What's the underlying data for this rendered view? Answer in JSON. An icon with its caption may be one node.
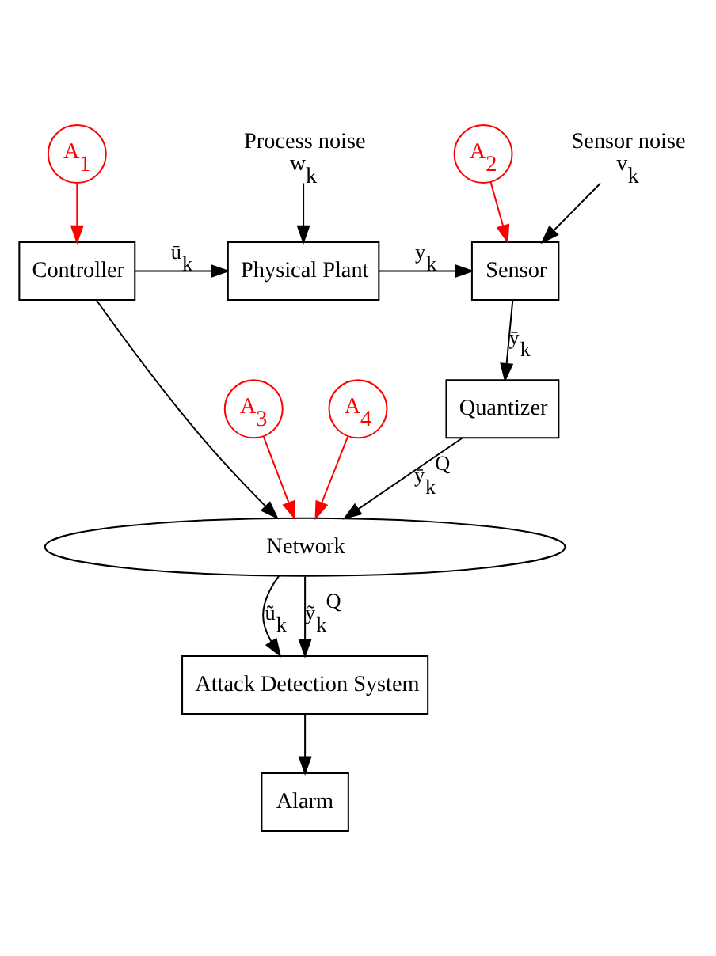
{
  "diagram": {
    "nodes": [
      {
        "text": [
          "Controller"
        ]
      },
      {
        "text": [
          "Physical Plant"
        ]
      },
      {
        "text": [
          "Sensor"
        ]
      },
      {
        "text": [
          "Quantizer"
        ]
      },
      {
        "text": [
          "Network"
        ]
      },
      {
        "text": [
          "Attack Detection System"
        ]
      },
      {
        "text": [
          "Alarm"
        ]
      },
      {
        "text": [
          "A$_{1}$"
        ]
      },
      {
        "text": [
          "A$_{2}$"
        ]
      },
      {
        "text": [
          "A$_{3}$"
        ]
      },
      {
        "text": [
          "A$_{4}$"
        ]
      },
      {
        "text": [
          "Process noise",
          "w$_{k}$"
        ]
      },
      {
        "text": [
          "Sensor noise",
          "v$_{k}$"
        ]
      }
    ],
    "edges": [
      {
        "from": 0,
        "to": 1,
        "arrow": "to",
        "label": "ū$_{k}$"
      },
      {
        "from": 0,
        "to": 4,
        "arrow": "to"
      },
      {
        "from": 1,
        "to": 2,
        "arrow": "to",
        "label": "y$_{k}$"
      },
      {
        "from": 2,
        "to": 3,
        "arrow": "to",
        "label": "ȳ$_{k}$"
      },
      {
        "from": 3,
        "to": 4,
        "arrow": "to",
        "label": "ȳ$_{k}$$^{Q}$"
      },
      {
        "from": 4,
        "to": 5,
        "arrow": "to",
        "label": "ũ$_{k}$"
      },
      {
        "from": 4,
        "to": 5,
        "arrow": "to",
        "label": "ỹ$_{k}$$^{Q}$"
      },
      {
        "from": 5,
        "to": 6,
        "arrow": "to"
      },
      {
        "from": 11,
        "to": 1,
        "arrow": "to"
      },
      {
        "from": 12,
        "to": 2,
        "arrow": "to"
      },
      {
        "from": 7,
        "to": 0,
        "arrow": "to",
        "color": "#ff0000"
      },
      {
        "from": 8,
        "to": 2,
        "arrow": "to",
        "color": "#ff0000"
      },
      {
        "from": 9,
        "to": 4,
        "arrow": "to",
        "color": "#ff0000"
      },
      {
        "from": 10,
        "to": 4,
        "arrow": "to",
        "color": "#ff0000"
      }
    ]
  }
}
